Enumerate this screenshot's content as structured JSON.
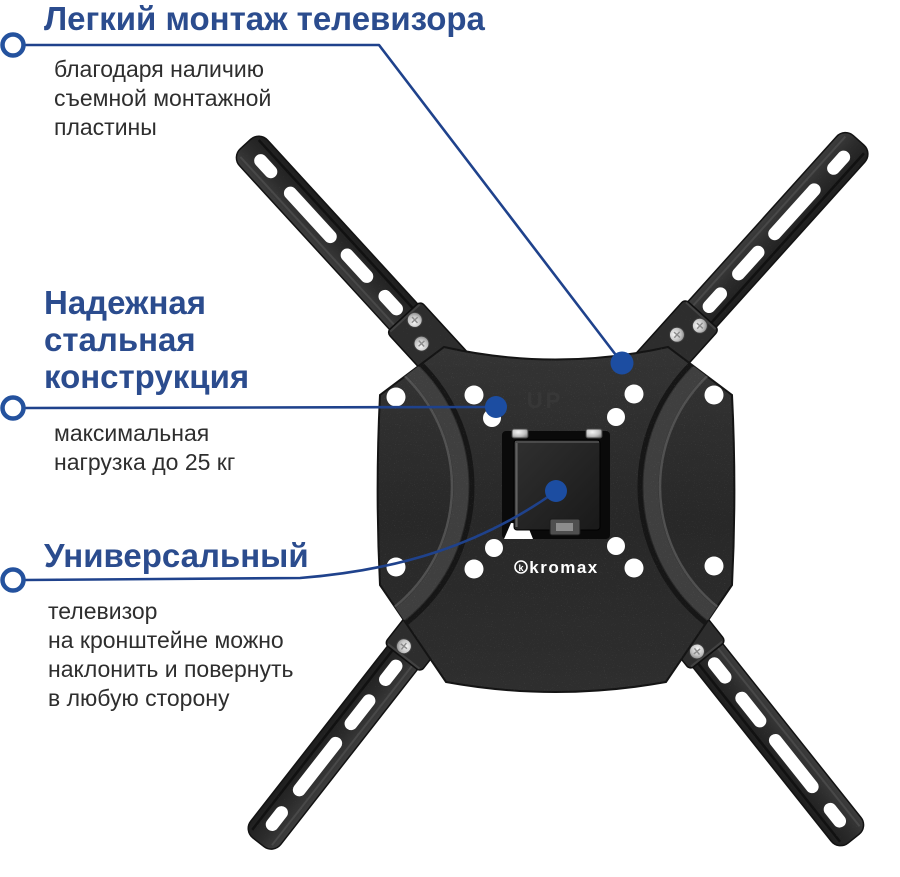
{
  "page": {
    "background": "#ffffff",
    "type": "product-feature-infographic"
  },
  "colors": {
    "accent_heading_blue": "#2b4c8e",
    "callout_line_blue": "#1f428c",
    "callout_dot_blue": "#1c4da1",
    "callout_ring_blue": "#24529e",
    "body_text": "#2e2e2e",
    "metal_dark": "#2b2b2b",
    "hole_white": "#ffffff"
  },
  "callouts": [
    {
      "title_lines": [
        "Легкий монтаж телевизора"
      ],
      "desc_lines": [
        "благодаря наличию",
        "съемной монтажной",
        "пластины"
      ]
    },
    {
      "title_lines": [
        "Надежная",
        "стальная",
        "конструкция"
      ],
      "desc_lines": [
        "максимальная",
        "нагрузка до 25 кг"
      ]
    },
    {
      "title_lines": [
        "Универсальный"
      ],
      "desc_lines": [
        "телевизор",
        "на кронштейне можно",
        "наклонить и повернуть",
        "в любую сторону"
      ]
    }
  ],
  "product": {
    "brand": "kromax",
    "brand_icon_letter": "k",
    "embossed_label": "UP"
  }
}
